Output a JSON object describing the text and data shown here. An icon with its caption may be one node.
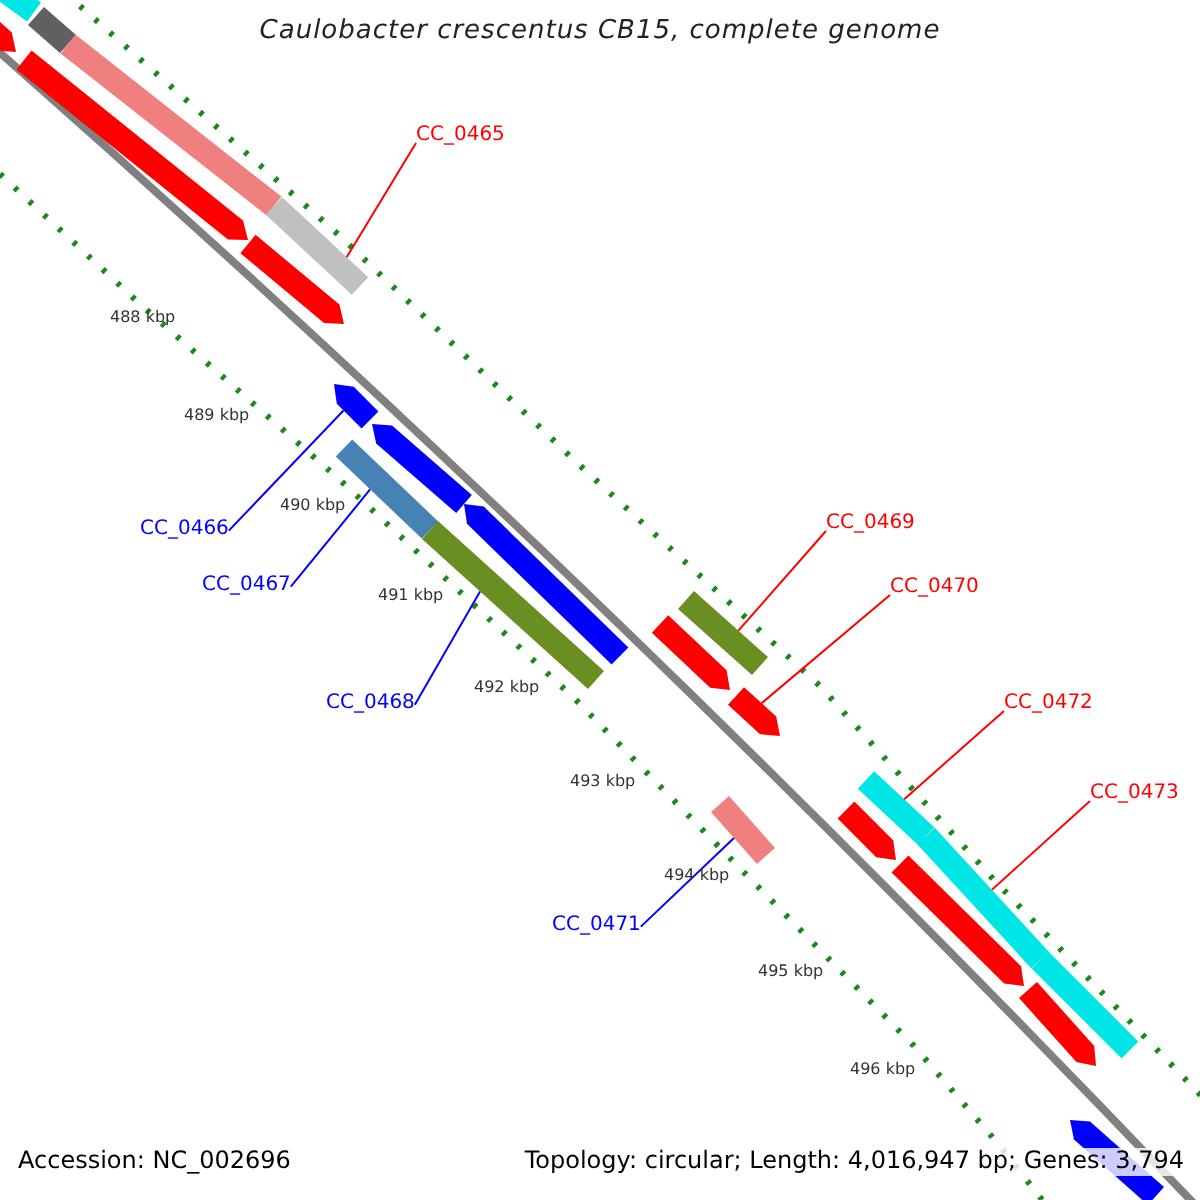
{
  "diagram": {
    "title": "Caulobacter crescentus CB15, complete genome",
    "nodes": [
      {
        "text": [
          "CC_0465"
        ]
      },
      {
        "text": [
          "CC_0466"
        ]
      },
      {
        "text": [
          "CC_0467"
        ]
      },
      {
        "text": [
          "CC_0468"
        ]
      },
      {
        "text": [
          "CC_0469"
        ]
      },
      {
        "text": [
          "CC_0470"
        ]
      },
      {
        "text": [
          "CC_0471"
        ]
      },
      {
        "text": [
          "CC_0472"
        ]
      },
      {
        "text": [
          "CC_0473"
        ]
      },
      {
        "text": [],
        "shape": "bar"
      },
      {
        "text": [],
        "shape": "bar"
      },
      {
        "text": [],
        "shape": "arrow"
      },
      {
        "text": [],
        "shape": "bar"
      },
      {
        "text": [],
        "shape": "arrow"
      },
      {
        "text": [],
        "shape": "bar"
      },
      {
        "text": [],
        "shape": "arrow"
      },
      {
        "text": [],
        "shape": "arrow"
      },
      {
        "text": [],
        "shape": "arrow"
      },
      {
        "text": [],
        "shape": "bar"
      },
      {
        "text": [],
        "shape": "arrow"
      },
      {
        "text": [],
        "shape": "bar"
      },
      {
        "text": [],
        "shape": "bar"
      },
      {
        "text": [],
        "shape": "arrow"
      },
      {
        "text": [],
        "shape": "arrow"
      },
      {
        "text": [],
        "shape": "bar"
      },
      {
        "text": [],
        "shape": "bar"
      },
      {
        "text": [],
        "shape": "arrow"
      },
      {
        "text": [],
        "shape": "bar"
      },
      {
        "text": [],
        "shape": "arrow"
      },
      {
        "text": [],
        "shape": "bar"
      },
      {
        "text": [],
        "shape": "arrow"
      },
      {
        "text": [],
        "shape": "arrow"
      }
    ],
    "edges": [
      {
        "from": 0,
        "to": 14,
        "arrow": "none"
      },
      {
        "from": 1,
        "to": 16,
        "arrow": "none",
        "color": "#0000ff"
      },
      {
        "from": 2,
        "to": 18,
        "arrow": "none",
        "color": "#0000ff"
      },
      {
        "from": 3,
        "to": 20,
        "arrow": "none",
        "color": "#0000ff"
      },
      {
        "from": 4,
        "to": 21,
        "arrow": "none"
      },
      {
        "from": 5,
        "to": 23,
        "arrow": "none"
      },
      {
        "from": 6,
        "to": 25,
        "arrow": "none",
        "color": "#0000ff"
      },
      {
        "from": 7,
        "to": 24,
        "arrow": "none"
      },
      {
        "from": 8,
        "to": 27,
        "arrow": "none"
      }
    ],
    "labels": [
      "488 kbp",
      "489 kbp",
      "490 kbp",
      "491 kbp",
      "492 kbp",
      "493 kbp",
      "494 kbp",
      "495 kbp",
      "496 kbp",
      "Accession: NC_002696",
      "Topology: circular; Length: 4,016,947 bp; Genes: 3,794"
    ]
  }
}
